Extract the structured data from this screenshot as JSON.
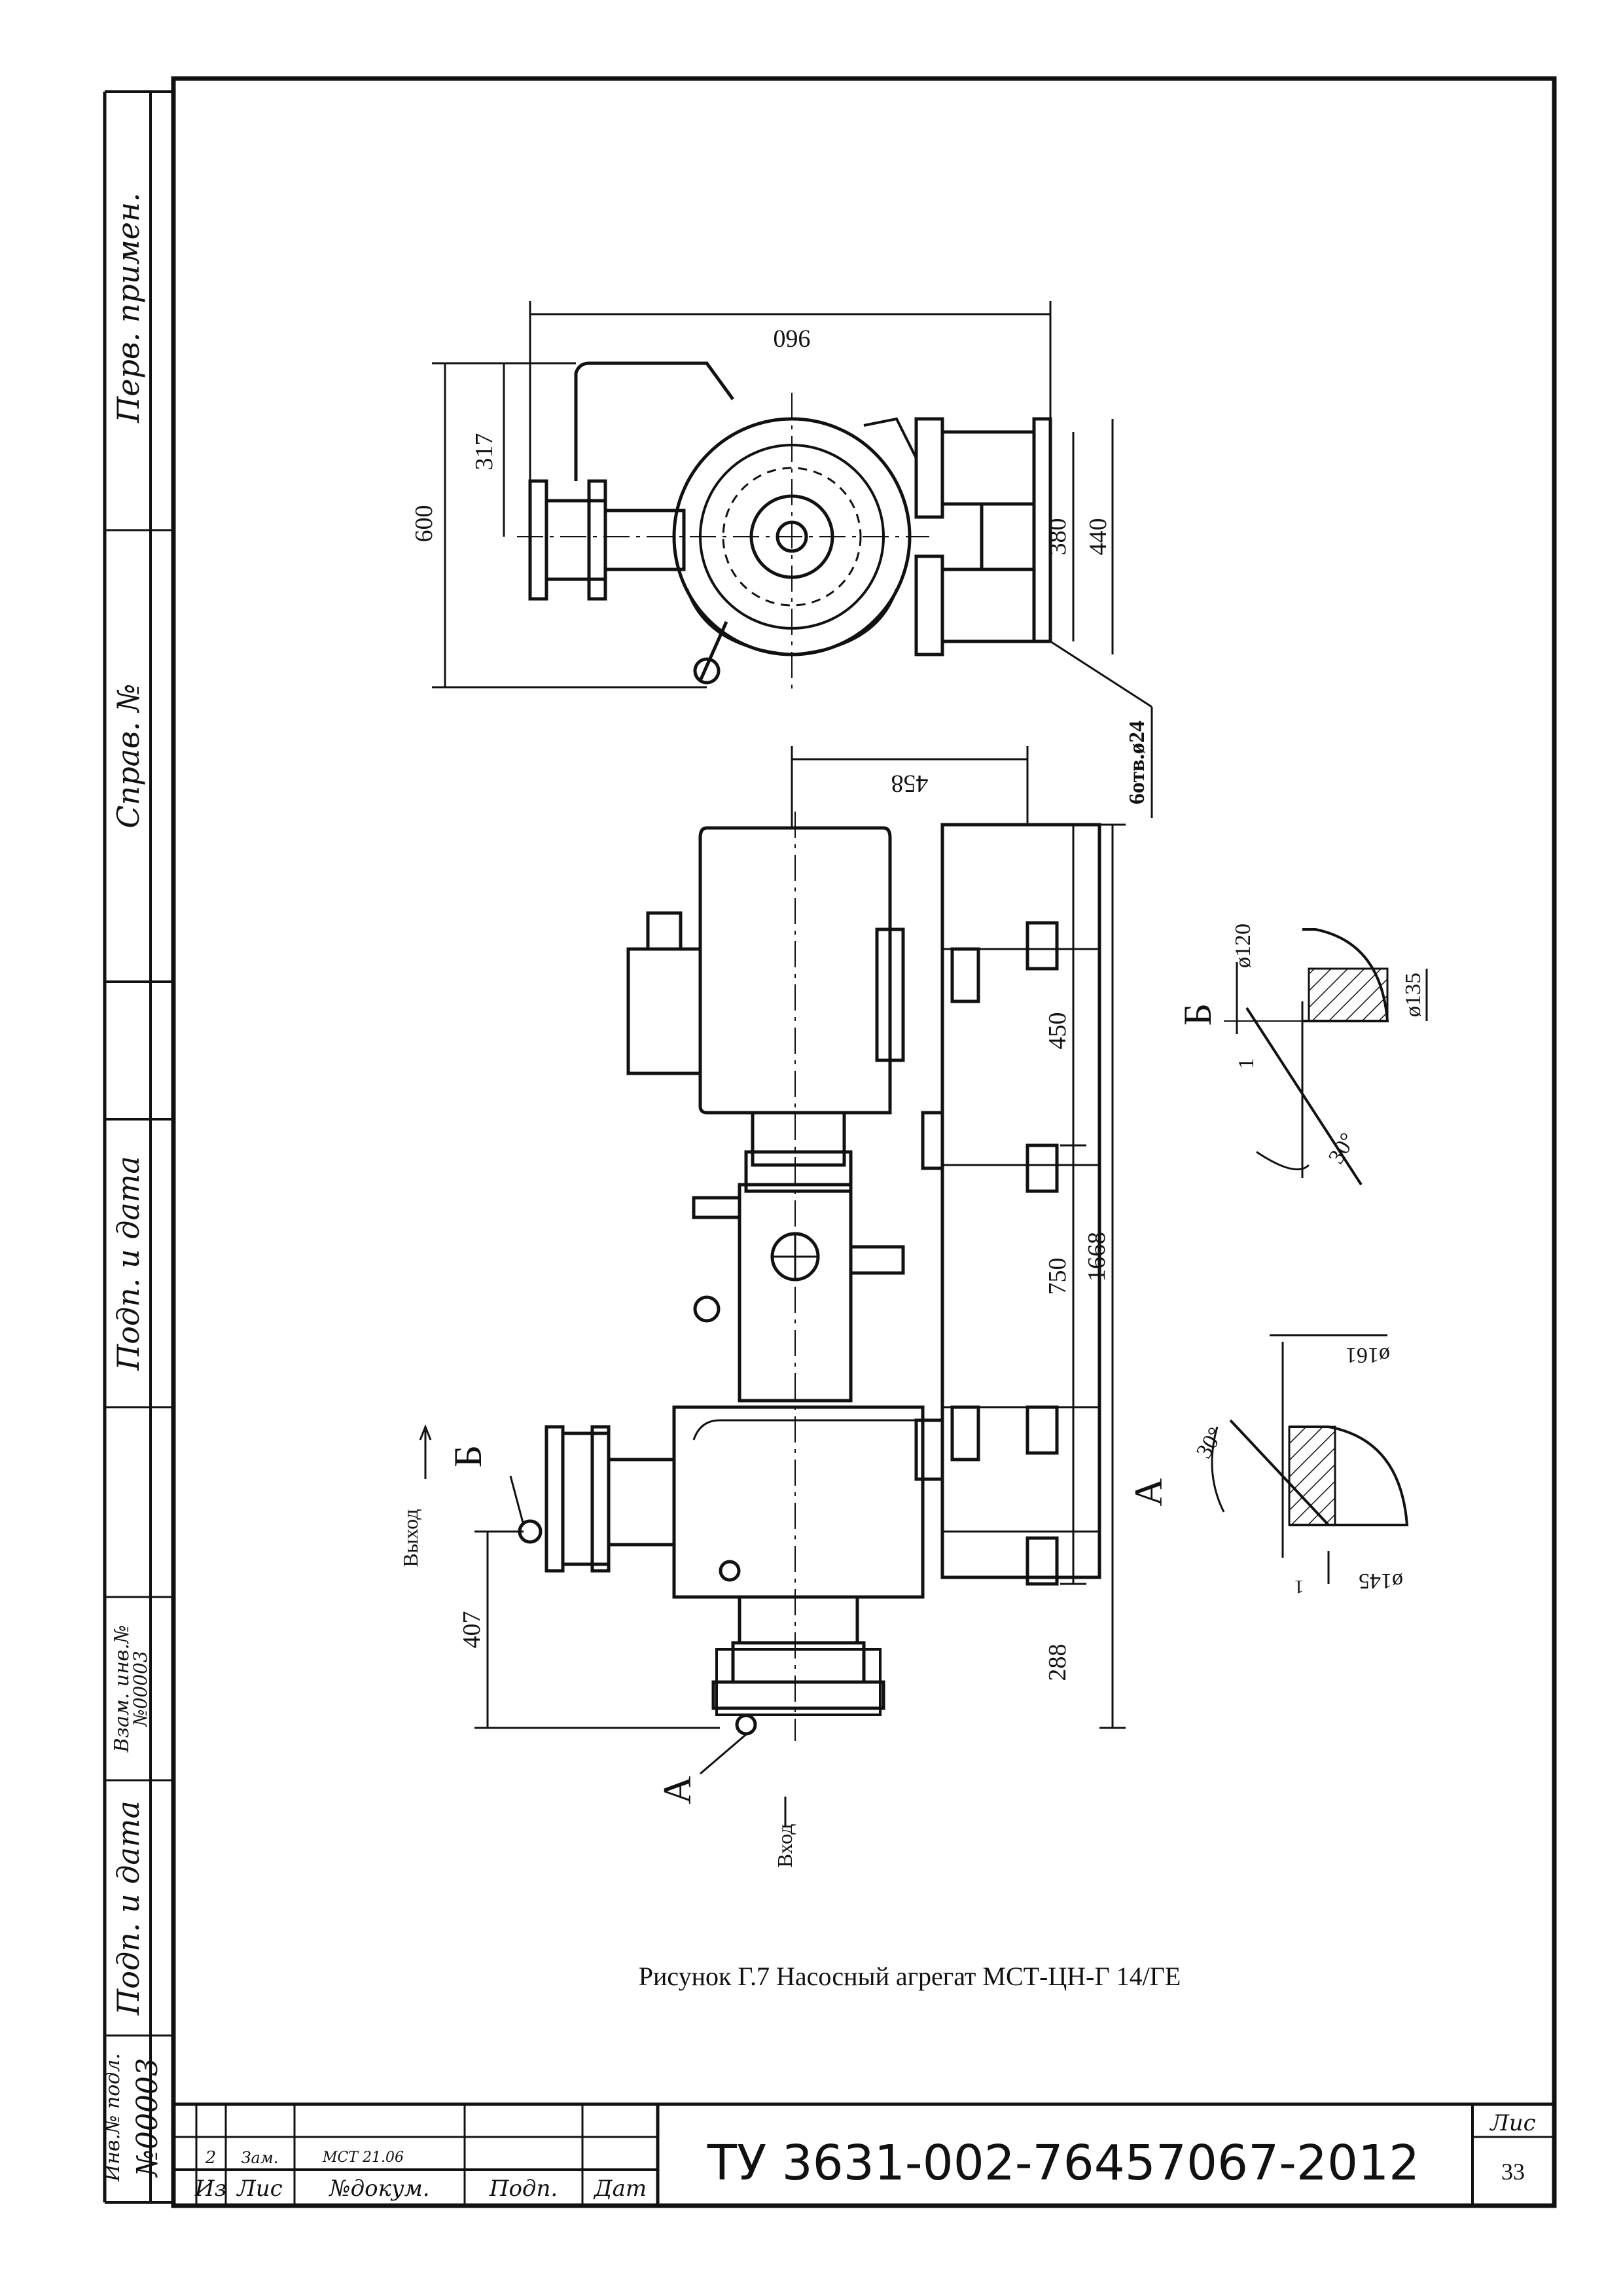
{
  "side_stamp": {
    "first_use": "Перв. примен.",
    "ref_no": "Справ. №",
    "sign_date_top": "Подп. и дата",
    "replace_inv": "Взам. инв.№",
    "replace_inv_value": "№00003",
    "sign_date_bottom": "Подп. и дата",
    "inv_orig": "Инв.№ подл.",
    "inv_orig_value": "№00003"
  },
  "drawing": {
    "caption": "Рисунок Г.7 Насосный агрегат МСТ-ЦН-Г 14/ГЕ",
    "end_view_dims": {
      "width": "960",
      "height": "600",
      "axis_height": "317",
      "flange_spacing": "380",
      "frame_width": "440",
      "holes": "6отв.ø24"
    },
    "side_view_dims": {
      "motor_offset": "458",
      "span_motor": "450",
      "span_mid": "750",
      "span_end": "288",
      "total_length": "1668",
      "inlet_offset": "407"
    },
    "labels": {
      "section_a": "А",
      "section_b": "Б",
      "outlet": "Выход",
      "inlet": "Вход"
    },
    "detail_b": {
      "d_inner": "ø120",
      "d_outer": "ø135",
      "gap": "1",
      "angle": "30°"
    },
    "detail_a": {
      "d_inner": "ø161",
      "d_outer": "ø145",
      "gap": "1",
      "angle": "30°"
    }
  },
  "title_block": {
    "doc_code": "ТУ 3631-002-76457067-2012",
    "sheet_label": "Лис",
    "sheet_no": "33",
    "change_no": "2",
    "change_type": "Зам.",
    "change_doc": "МСТ 21.06",
    "col_change": "Из",
    "col_sheet": "Лис",
    "col_doc": "№докум.",
    "col_sign": "Подп.",
    "col_date": "Дат"
  }
}
